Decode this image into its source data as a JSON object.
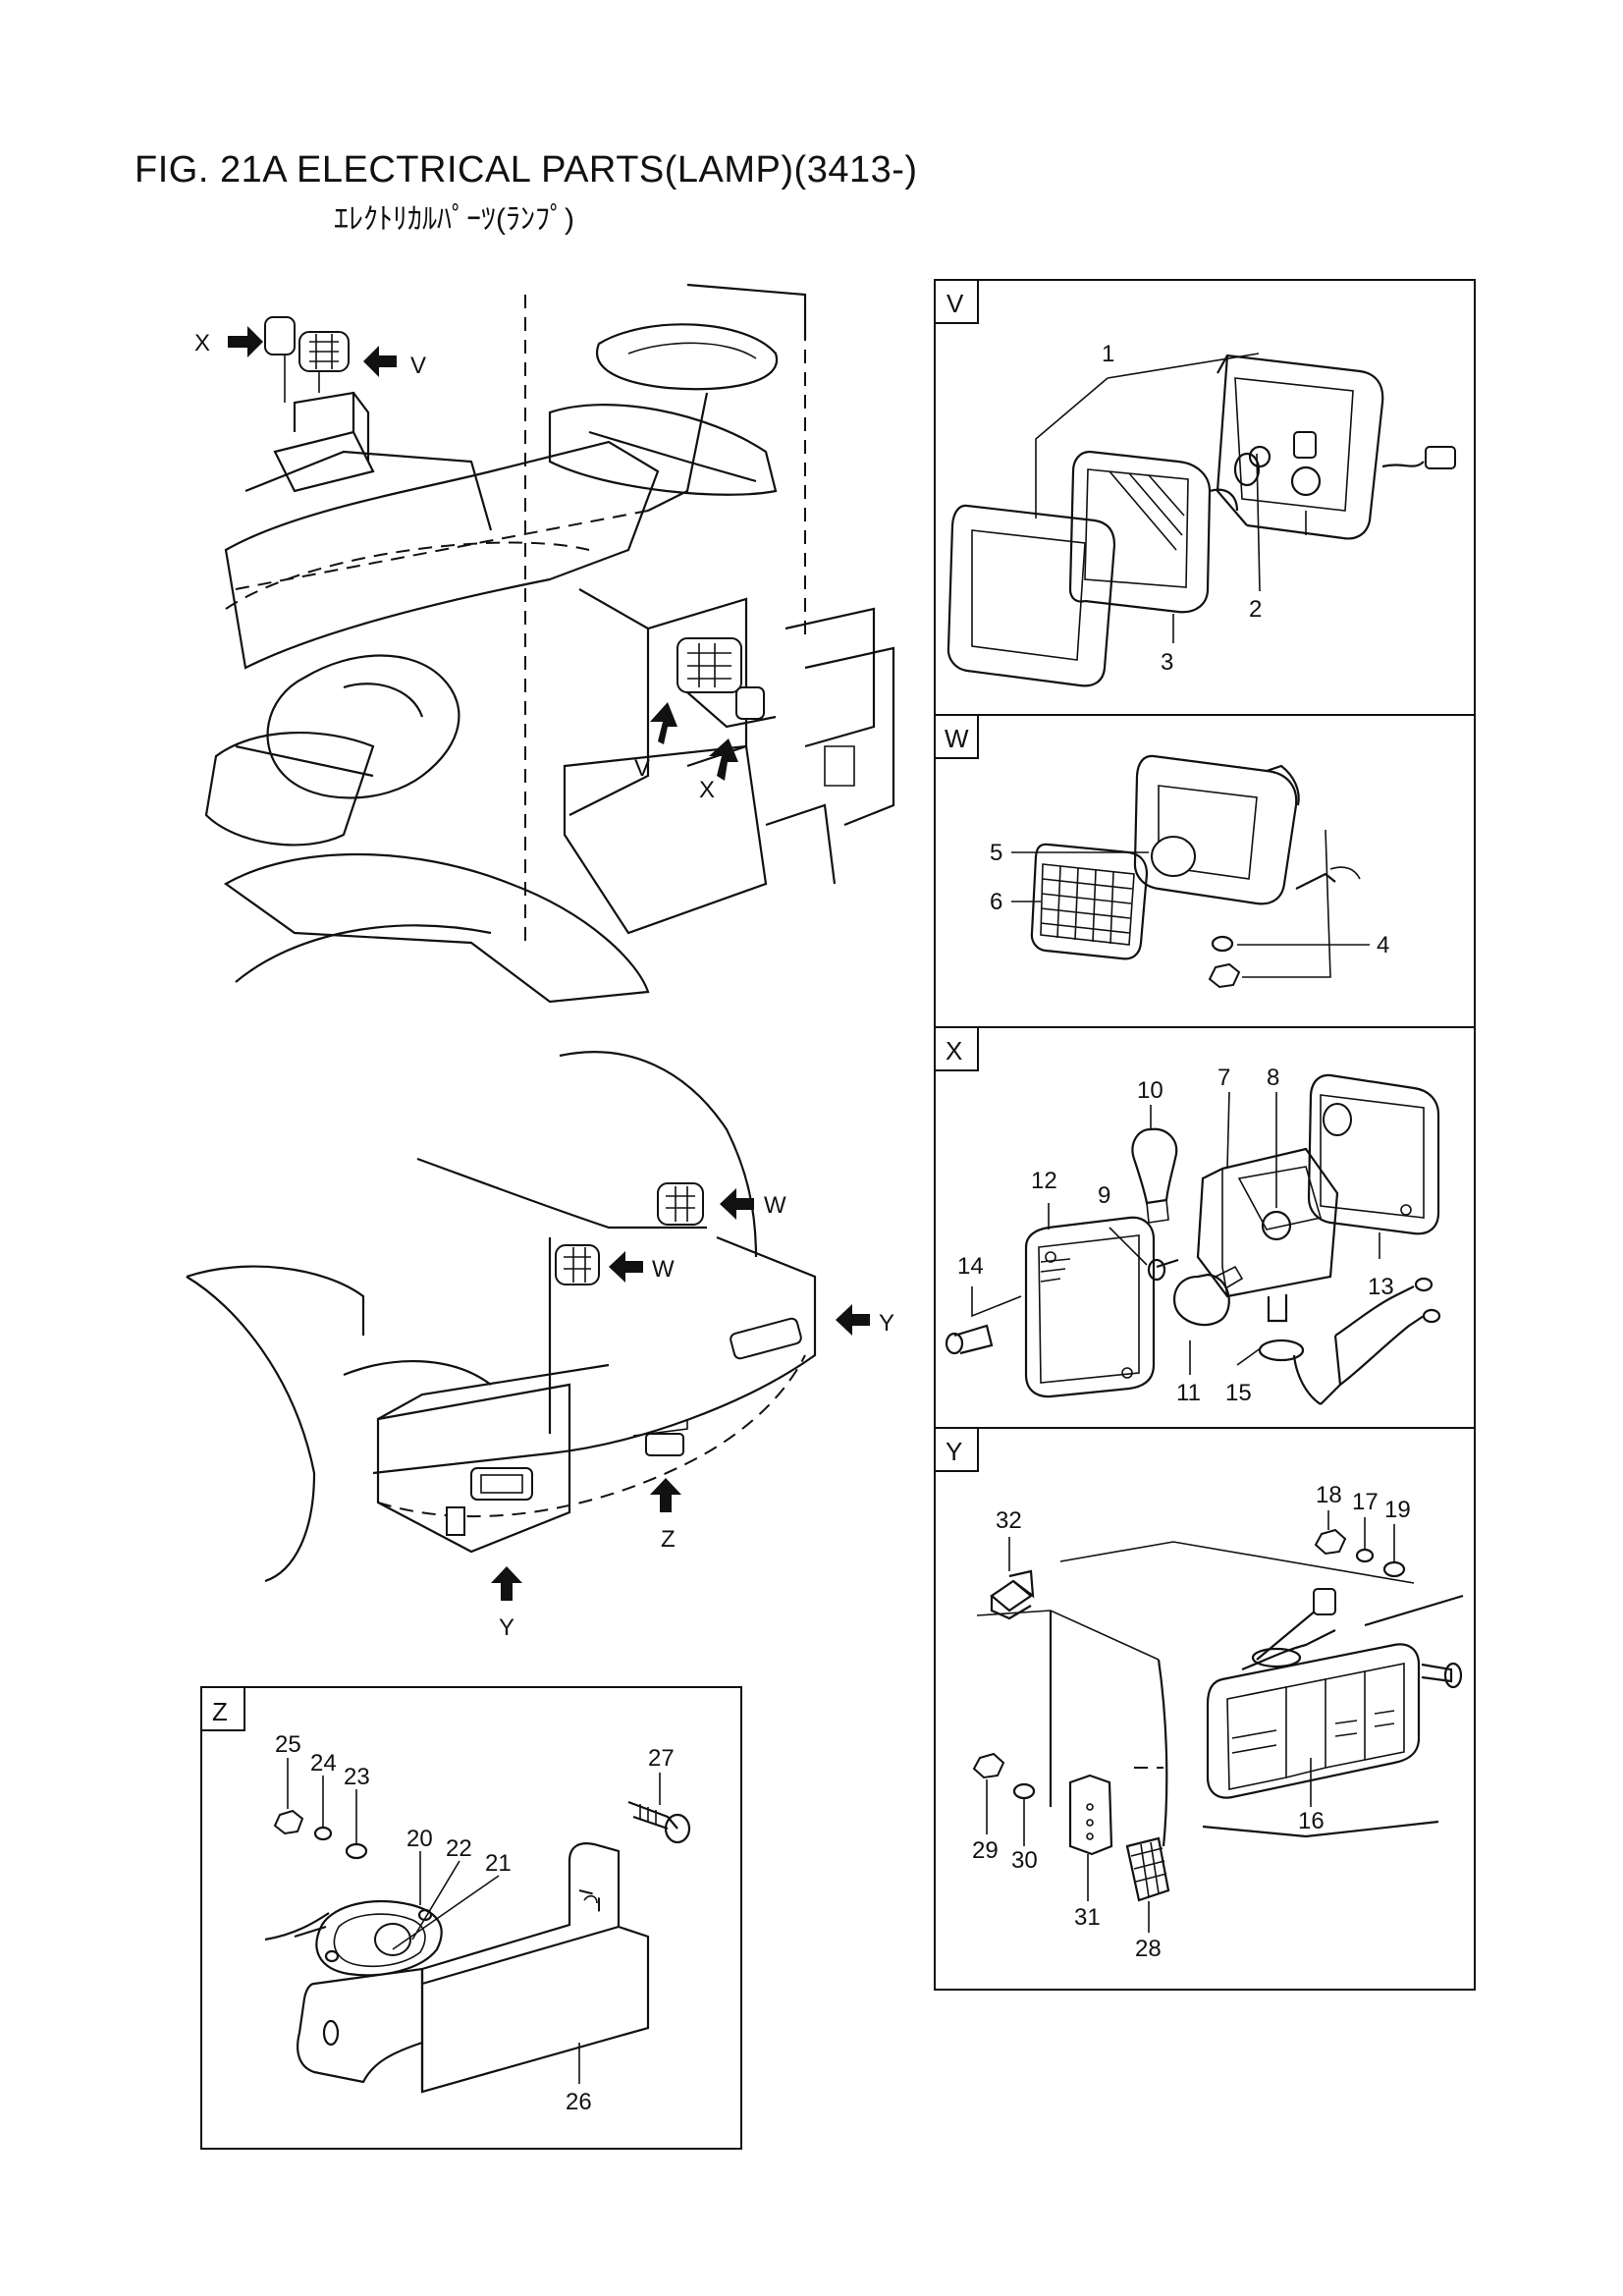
{
  "header": {
    "title": "FIG. 21A    ELECTRICAL PARTS(LAMP)(3413-)",
    "subtitle": "ｴﾚｸﾄﾘｶﾙﾊﾟｰﾂ(ﾗﾝﾌﾟ)"
  },
  "view_arrows": {
    "top_x": "X",
    "top_v": "V",
    "mid_v": "V",
    "mid_x": "X",
    "w_upper": "W",
    "w_lower": "W",
    "y_right": "Y",
    "z": "Z",
    "y_bottom": "Y"
  },
  "panels": {
    "v": {
      "tag": "V",
      "callouts": [
        "1",
        "2",
        "3"
      ]
    },
    "w": {
      "tag": "W",
      "callouts": [
        "5",
        "6",
        "4"
      ]
    },
    "x": {
      "tag": "X",
      "callouts": [
        "10",
        "7",
        "8",
        "12",
        "9",
        "14",
        "13",
        "11",
        "15"
      ]
    },
    "y": {
      "tag": "Y",
      "callouts": [
        "32",
        "18",
        "17",
        "19",
        "16",
        "29",
        "30",
        "31",
        "28"
      ]
    },
    "z": {
      "tag": "Z",
      "callouts": [
        "25",
        "24",
        "23",
        "20",
        "22",
        "21",
        "27",
        "26"
      ]
    }
  }
}
